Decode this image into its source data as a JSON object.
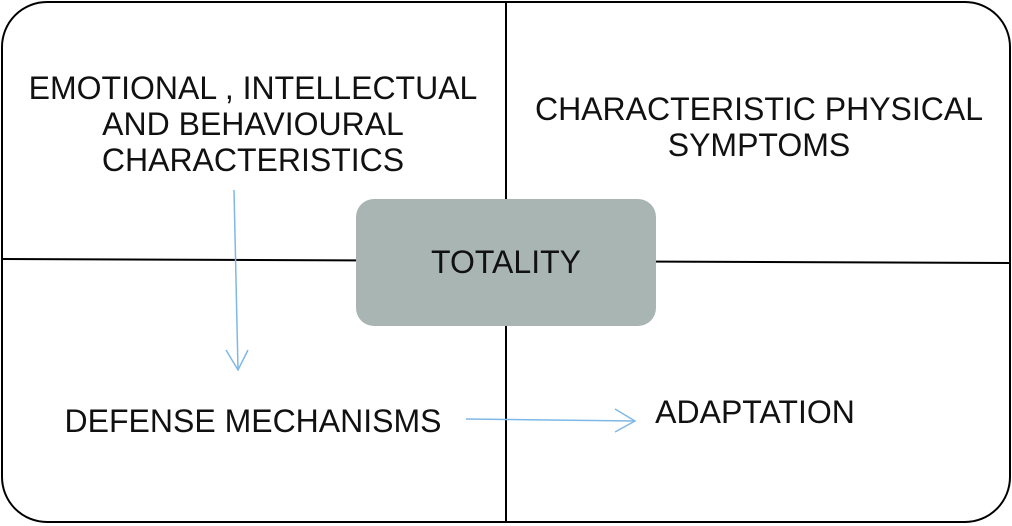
{
  "diagram": {
    "center": "TOTALITY",
    "top_left": [
      "EMOTIONAL , INTELLECTUAL",
      "AND BEHAVIOURAL",
      "CHARACTERISTICS"
    ],
    "top_right": [
      "CHARACTERISTIC PHYSICAL",
      "SYMPTOMS"
    ],
    "bottom_left": "DEFENSE MECHANISMS",
    "bottom_right": "ADAPTATION"
  },
  "colors": {
    "frame": "#000000",
    "center_box_fill": "#a9b5b3",
    "arrow": "#7fb8e6",
    "text": "#111111"
  }
}
